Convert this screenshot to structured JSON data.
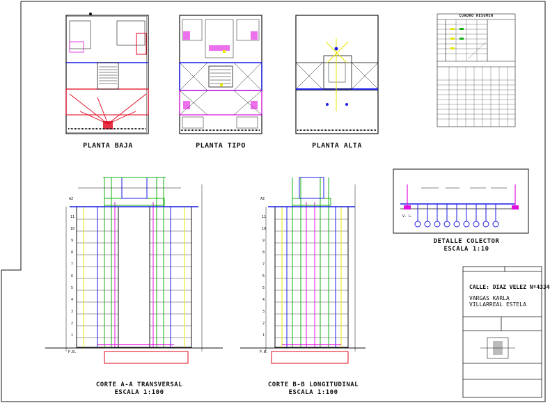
{
  "drawing": {
    "plans": {
      "ground": "PLANTA BAJA",
      "typical": "PLANTA TIPO",
      "top": "PLANTA ALTA"
    },
    "summary_table": {
      "title": "CUADRO RESUMEN"
    },
    "collector": {
      "title": "DETALLE COLECTOR",
      "scale": "ESCALA 1:10",
      "left_label": "V. L."
    },
    "sections": {
      "transversal": {
        "title": "CORTE A-A TRANSVERSAL",
        "scale": "ESCALA 1:100"
      },
      "longitudinal": {
        "title": "CORTE B-B LONGITUDINAL",
        "scale": "ESCALA 1:100"
      }
    },
    "floor_numbers": [
      "11",
      "10",
      "9",
      "8",
      "7",
      "6",
      "5",
      "4",
      "3",
      "2",
      "1"
    ],
    "level_marks": {
      "roof": "AZ",
      "ground": "P.B."
    },
    "title_block": {
      "address": "CALLE: DIAZ VELEZ Nº4334",
      "author_line1": "VARGAS KARLA",
      "author_line2": "VILLARREAL ESTELA"
    },
    "colors": {
      "walls_red": "#e0001a",
      "walls_blue": "#1a1ae6",
      "pipes_magenta": "#e010e0",
      "pipes_green": "#10b010",
      "pipes_yellow": "#e8e800",
      "ink": "#111111"
    }
  }
}
